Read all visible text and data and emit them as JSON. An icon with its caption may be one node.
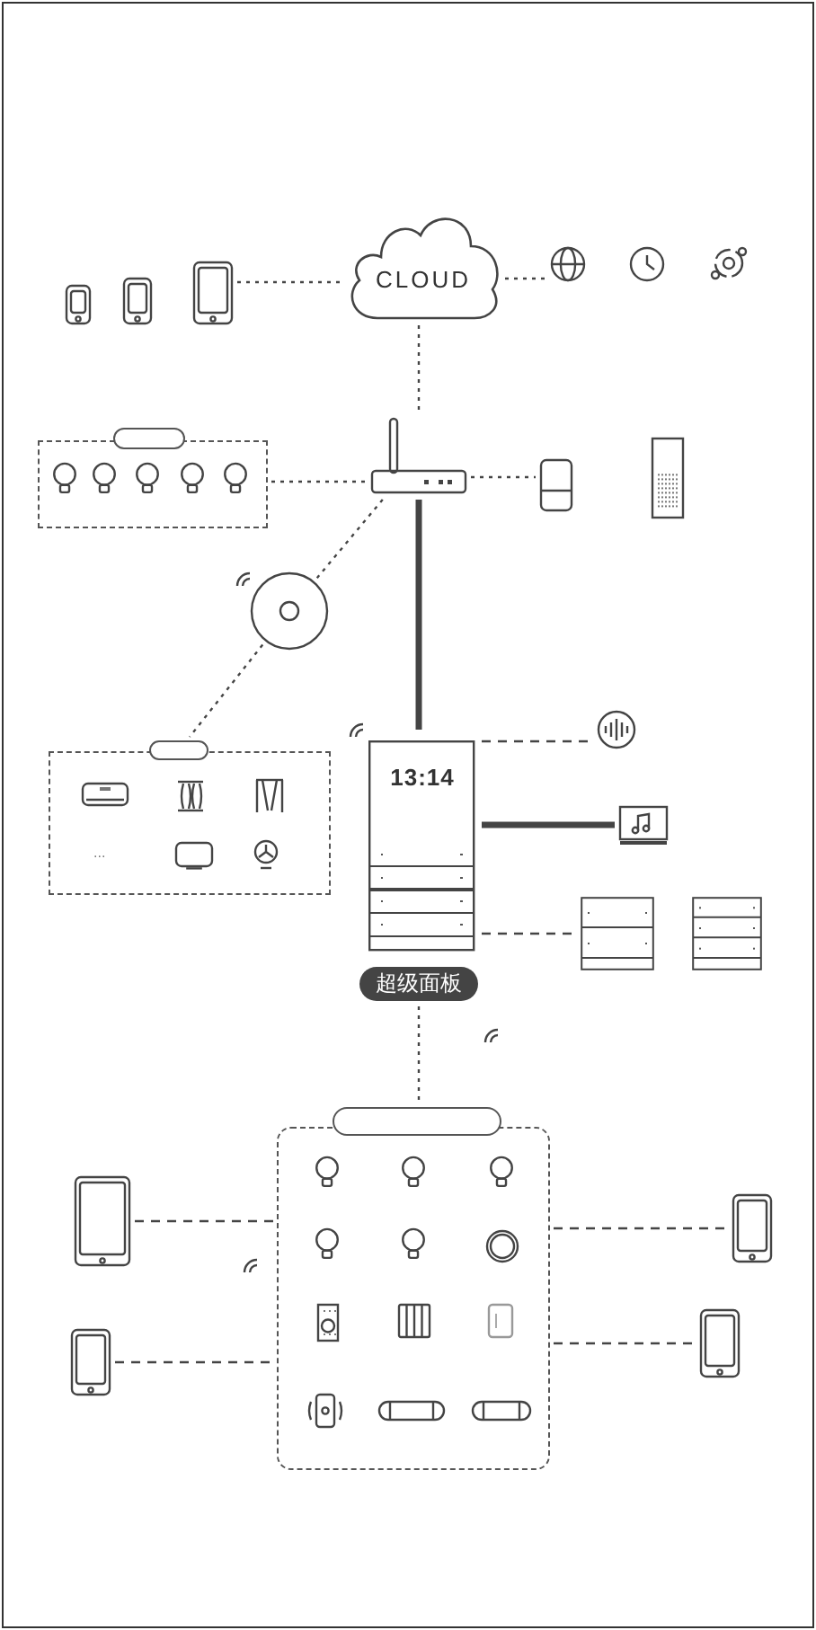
{
  "diagram": {
    "nodes": [
      {
        "text": [],
        "shape": "phone"
      },
      {
        "text": [],
        "shape": "phone"
      },
      {
        "text": [],
        "shape": "tablet"
      },
      {
        "text": [
          "CLOUD"
        ]
      },
      {
        "text": [],
        "shape": "globe"
      },
      {
        "text": [],
        "shape": "clock"
      },
      {
        "text": [],
        "shape": "sync"
      },
      {
        "text": [],
        "shape": "box"
      },
      {
        "text": [],
        "shape": "bulb",
        "in": 7
      },
      {
        "text": [],
        "shape": "bulb",
        "in": 7
      },
      {
        "text": [],
        "shape": "bulb",
        "in": 7
      },
      {
        "text": [],
        "shape": "bulb",
        "in": 7
      },
      {
        "text": [],
        "shape": "bulb",
        "in": 7
      },
      {
        "text": [],
        "shape": "router"
      },
      {
        "text": [],
        "shape": "sensor"
      },
      {
        "text": [],
        "shape": "speaker"
      },
      {
        "text": [],
        "shape": "vacuum"
      },
      {
        "text": [],
        "shape": "box"
      },
      {
        "text": [],
        "shape": "aircon",
        "in": 17
      },
      {
        "text": [],
        "shape": "radiator",
        "in": 17
      },
      {
        "text": [],
        "shape": "curtain",
        "in": 17
      },
      {
        "text": [],
        "shape": "tv",
        "in": 17
      },
      {
        "text": [],
        "shape": "fan",
        "in": 17
      },
      {
        "text": [
          "13:14"
        ],
        "beside": [
          "超级面板"
        ]
      },
      {
        "text": [],
        "shape": "waveform"
      },
      {
        "text": [],
        "shape": "screen"
      },
      {
        "text": [],
        "shape": "switch"
      },
      {
        "text": [],
        "shape": "switch"
      },
      {
        "text": [],
        "shape": "box"
      },
      {
        "text": [],
        "shape": "bulb",
        "in": 28
      },
      {
        "text": [],
        "shape": "bulb",
        "in": 28
      },
      {
        "text": [],
        "shape": "bulb",
        "in": 28
      },
      {
        "text": [],
        "shape": "bulb",
        "in": 28
      },
      {
        "text": [],
        "shape": "bulb",
        "in": 28
      },
      {
        "text": [],
        "shape": "knob",
        "in": 28
      },
      {
        "text": [],
        "shape": "keypad",
        "in": 28
      },
      {
        "text": [],
        "shape": "switch4",
        "in": 28
      },
      {
        "text": [],
        "shape": "contact",
        "in": 28
      },
      {
        "text": [],
        "shape": "vibration",
        "in": 28
      },
      {
        "text": [],
        "shape": "tube",
        "in": 28
      },
      {
        "text": [],
        "shape": "tube",
        "in": 28
      },
      {
        "text": [],
        "shape": "phone"
      },
      {
        "text": [],
        "shape": "phone"
      },
      {
        "text": [],
        "shape": "phone"
      },
      {
        "text": [],
        "shape": "phone"
      },
      {
        "text": [],
        "shape": "bar"
      },
      {
        "text": [],
        "shape": "bar"
      },
      {
        "text": [],
        "shape": "bar"
      }
    ],
    "edges": [
      {
        "from": 2,
        "to": 3,
        "arrow": "none",
        "style": "dashed"
      },
      {
        "from": 3,
        "to": 4,
        "arrow": "none",
        "style": "dashed"
      },
      {
        "from": 3,
        "to": 13,
        "arrow": "none",
        "style": "dashed"
      },
      {
        "from": 7,
        "to": 13,
        "arrow": "none",
        "style": "dashed"
      },
      {
        "from": 13,
        "to": 14,
        "arrow": "none",
        "style": "dashed"
      },
      {
        "from": 13,
        "to": 16,
        "arrow": "none",
        "style": "dashed"
      },
      {
        "from": 16,
        "to": 46,
        "arrow": "none",
        "style": "dashed"
      },
      {
        "from": 13,
        "to": 23,
        "arrow": "none",
        "style": "thick"
      },
      {
        "from": 23,
        "to": 24,
        "arrow": "none",
        "style": "dashed"
      },
      {
        "from": 23,
        "to": 25,
        "arrow": "none",
        "style": "thick"
      },
      {
        "from": 23,
        "to": 26,
        "arrow": "none",
        "style": "dashed"
      },
      {
        "from": 23,
        "to": 47,
        "arrow": "none",
        "style": "dashed"
      },
      {
        "from": 41,
        "to": 28,
        "arrow": "none",
        "style": "dashed"
      },
      {
        "from": 42,
        "to": 28,
        "arrow": "none",
        "style": "dashed"
      },
      {
        "from": 28,
        "to": 43,
        "arrow": "none",
        "style": "dashed"
      },
      {
        "from": 28,
        "to": 44,
        "arrow": "none",
        "style": "dashed"
      }
    ],
    "labels": [
      "..."
    ]
  }
}
